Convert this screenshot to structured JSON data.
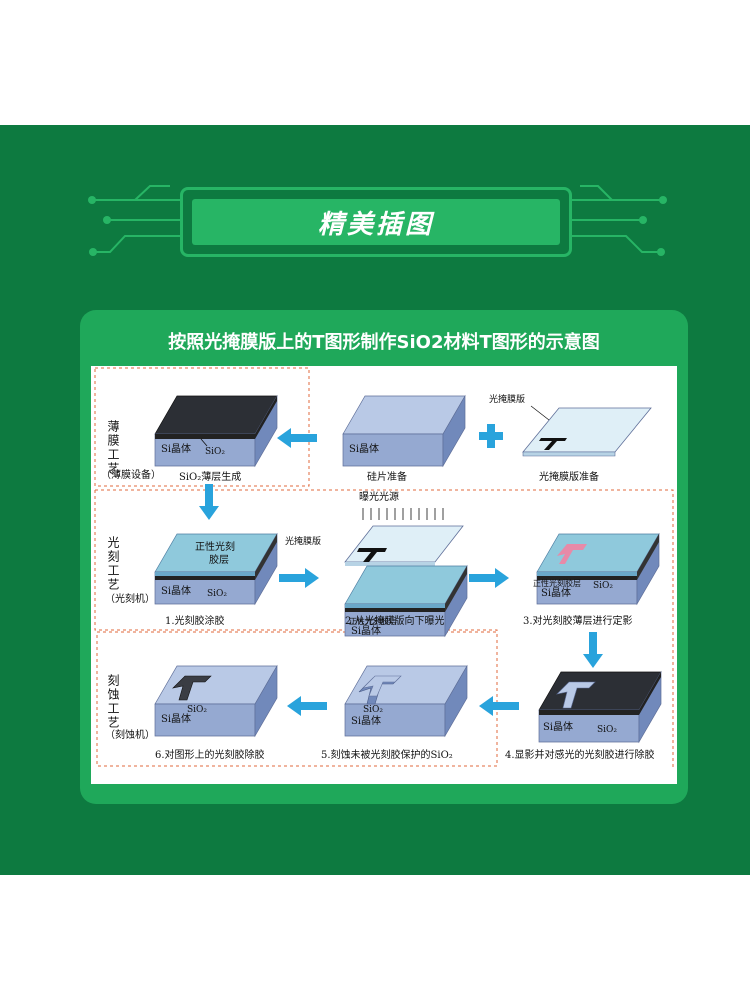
{
  "header": {
    "title": "精美插图"
  },
  "figure": {
    "caption": "按照光掩膜版上的T图形制作SiO2材料T图形的示意图",
    "process_labels": {
      "film": {
        "name": "薄膜工艺",
        "equipment": "（薄膜设备）"
      },
      "litho": {
        "name": "光刻工艺",
        "equipment": "（光刻机）"
      },
      "etch": {
        "name": "刻蚀工艺",
        "equipment": "（刻蚀机）"
      }
    },
    "labels": {
      "si": "Si晶体",
      "sio2": "SiO₂",
      "mask": "光掩膜版",
      "photoresist_a": "正性光刻",
      "photoresist_b": "胶层",
      "positive_resist_layer": "正性光刻胶层",
      "light_source": "曝光光源"
    },
    "steps": {
      "wafer_prep": "硅片准备",
      "mask_prep": "光掩膜版准备",
      "sio2_growth": "SiO₂薄层生成",
      "s1": "1.光刻胶涂胶",
      "s2": "2.从光掩膜版向下曝光",
      "s3": "3.对光刻胶薄层进行定影",
      "s4": "4.显影并对感光的光刻胶进行除胶",
      "s5": "5.刻蚀未被光刻胶保护的SiO₂",
      "s6": "6.对图形上的光刻胶除胶"
    }
  },
  "colors": {
    "band": "#0d7a40",
    "accent": "#27b565",
    "arrow": "#29a3dc",
    "slab_top": "#b9c9e6",
    "slab_front": "#95a9d1",
    "slab_side": "#7189bb",
    "dark_layer": "#2c2f35",
    "resist": "#8fc9dc",
    "dashed": "#e06a3e"
  }
}
